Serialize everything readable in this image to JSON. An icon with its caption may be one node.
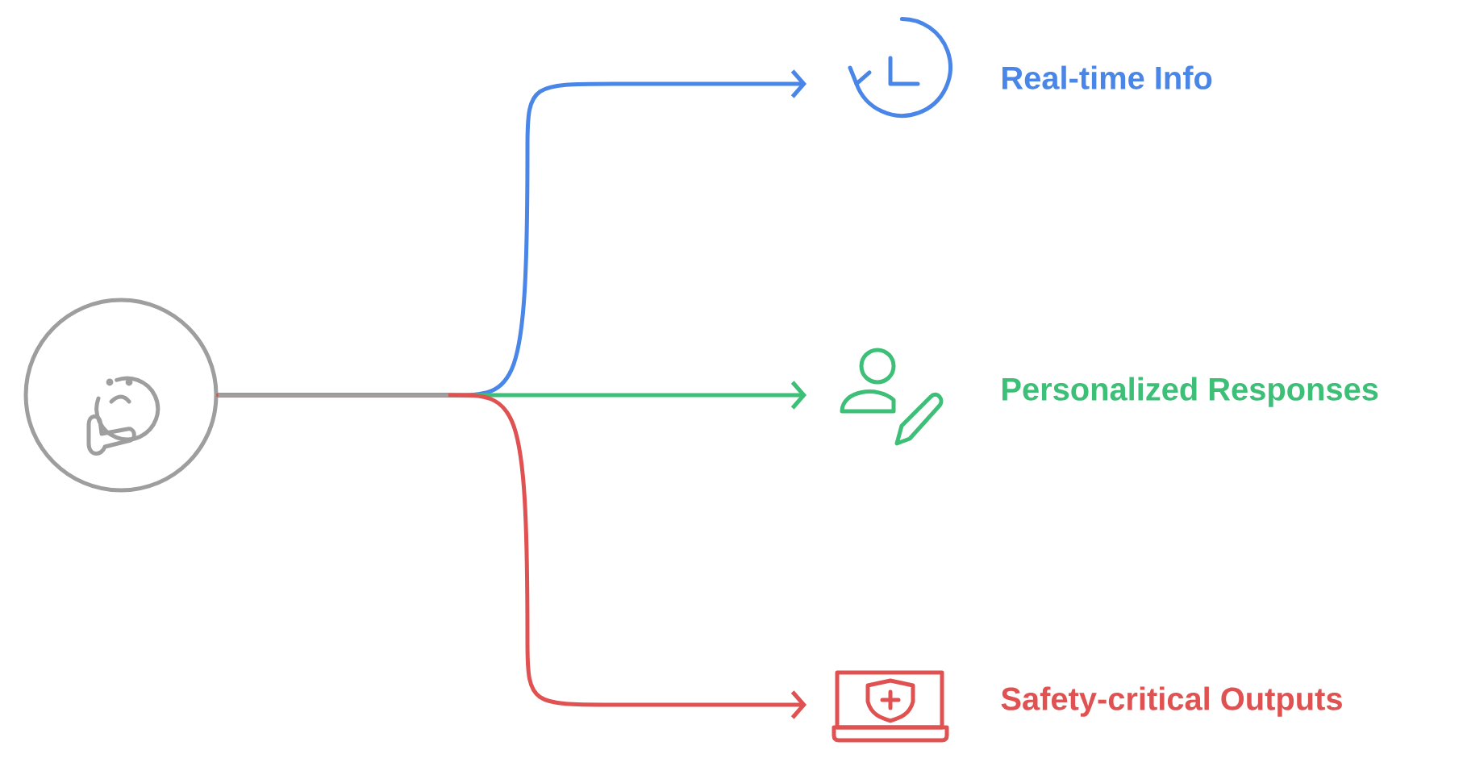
{
  "diagram": {
    "nodes": [
      {
        "text": [],
        "shape": "circle"
      },
      {
        "text": [
          "Real-time Info"
        ]
      },
      {
        "text": [
          "Personalized Responses"
        ]
      },
      {
        "text": [
          "Safety-critical Outputs"
        ]
      }
    ],
    "edges": [
      {
        "from": 0,
        "to": 1,
        "arrow": "to",
        "color": "#4a86e8"
      },
      {
        "from": 0,
        "to": 2,
        "arrow": "to",
        "color": "#3dbf78"
      },
      {
        "from": 0,
        "to": 3,
        "arrow": "to",
        "color": "#e05252"
      }
    ]
  }
}
